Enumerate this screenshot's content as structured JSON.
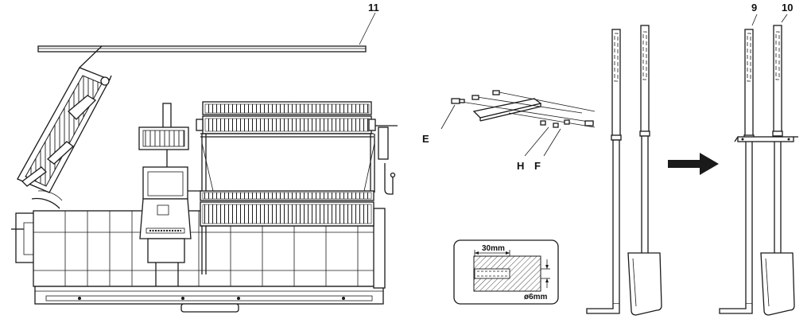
{
  "labels": {
    "part_11": "11",
    "part_9": "9",
    "part_10": "10",
    "part_e": "E",
    "part_h": "H",
    "part_f": "F"
  },
  "detail": {
    "depth": "30mm",
    "diameter": "ø6mm"
  },
  "colors": {
    "line": "#1a1a1a",
    "background": "#ffffff"
  },
  "icons": {
    "direction": "arrow-right-icon"
  }
}
